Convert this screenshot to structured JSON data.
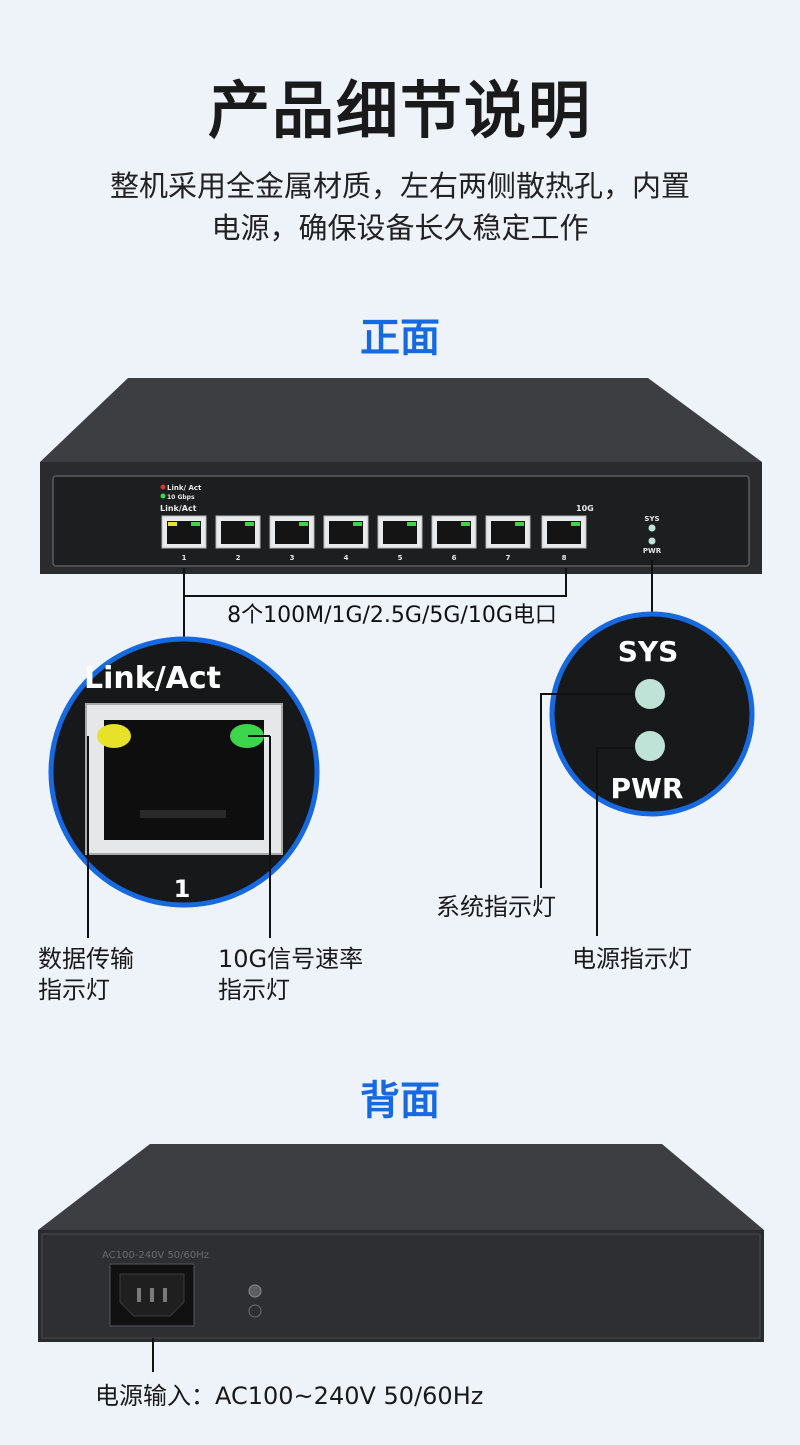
{
  "page": {
    "title": "产品细节说明",
    "subtitle_line1": "整机采用全金属材质，左右两侧散热孔，内置",
    "subtitle_line2": "电源，确保设备长久稳定工作"
  },
  "front": {
    "heading": "正面",
    "legend_link_act": "Link/ Act",
    "legend_10g": "10 Gbps",
    "link_act_label": "Link/Act",
    "tag_10g": "10G",
    "ports": [
      "1",
      "2",
      "3",
      "4",
      "5",
      "6",
      "7",
      "8"
    ],
    "sys_label": "SYS",
    "pwr_label": "PWR",
    "ports_caption": "8个100M/1G/2.5G/5G/10G电口",
    "zoom_port": {
      "link_act": "Link/Act",
      "port_number": "1"
    },
    "zoom_led": {
      "sys": "SYS",
      "pwr": "PWR"
    },
    "callouts": {
      "data_led_line1": "数据传输",
      "data_led_line2": "指示灯",
      "rate_led_line1": "10G信号速率",
      "rate_led_line2": "指示灯",
      "sys_led": "系统指示灯",
      "pwr_led": "电源指示灯"
    }
  },
  "back": {
    "heading": "背面",
    "rating_text": "AC100-240V  50/60Hz",
    "power_caption": "电源输入：AC100~240V 50/60Hz"
  },
  "colors": {
    "accent_blue": "#1769e0",
    "led_yellow": "#e8e12a",
    "led_green": "#3cd64b",
    "led_sys_pwr": "#bfe3d6"
  }
}
